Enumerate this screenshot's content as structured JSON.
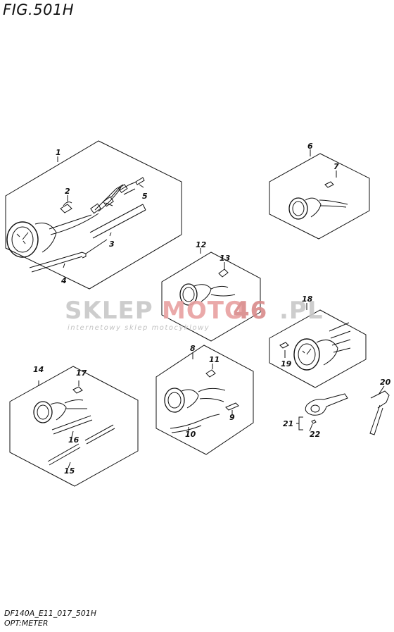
{
  "figure": {
    "title": "FIG.501H"
  },
  "footer": {
    "code": "DF140A_E11_017_501H",
    "name": "OPT:METER"
  },
  "watermark": {
    "brand_left": "SKLEP",
    "brand_mid": "MOTO",
    "brand_num": "46",
    "brand_right": ".PL",
    "tagline": "internetowy sklep motocyklowy",
    "accent_color": "#e8a0a0",
    "gray_color": "#c8c8c8"
  },
  "callouts": [
    "1",
    "2",
    "3",
    "4",
    "5",
    "6",
    "7",
    "8",
    "9",
    "10",
    "11",
    "12",
    "13",
    "14",
    "15",
    "16",
    "17",
    "18",
    "19",
    "20",
    "21",
    "22"
  ]
}
